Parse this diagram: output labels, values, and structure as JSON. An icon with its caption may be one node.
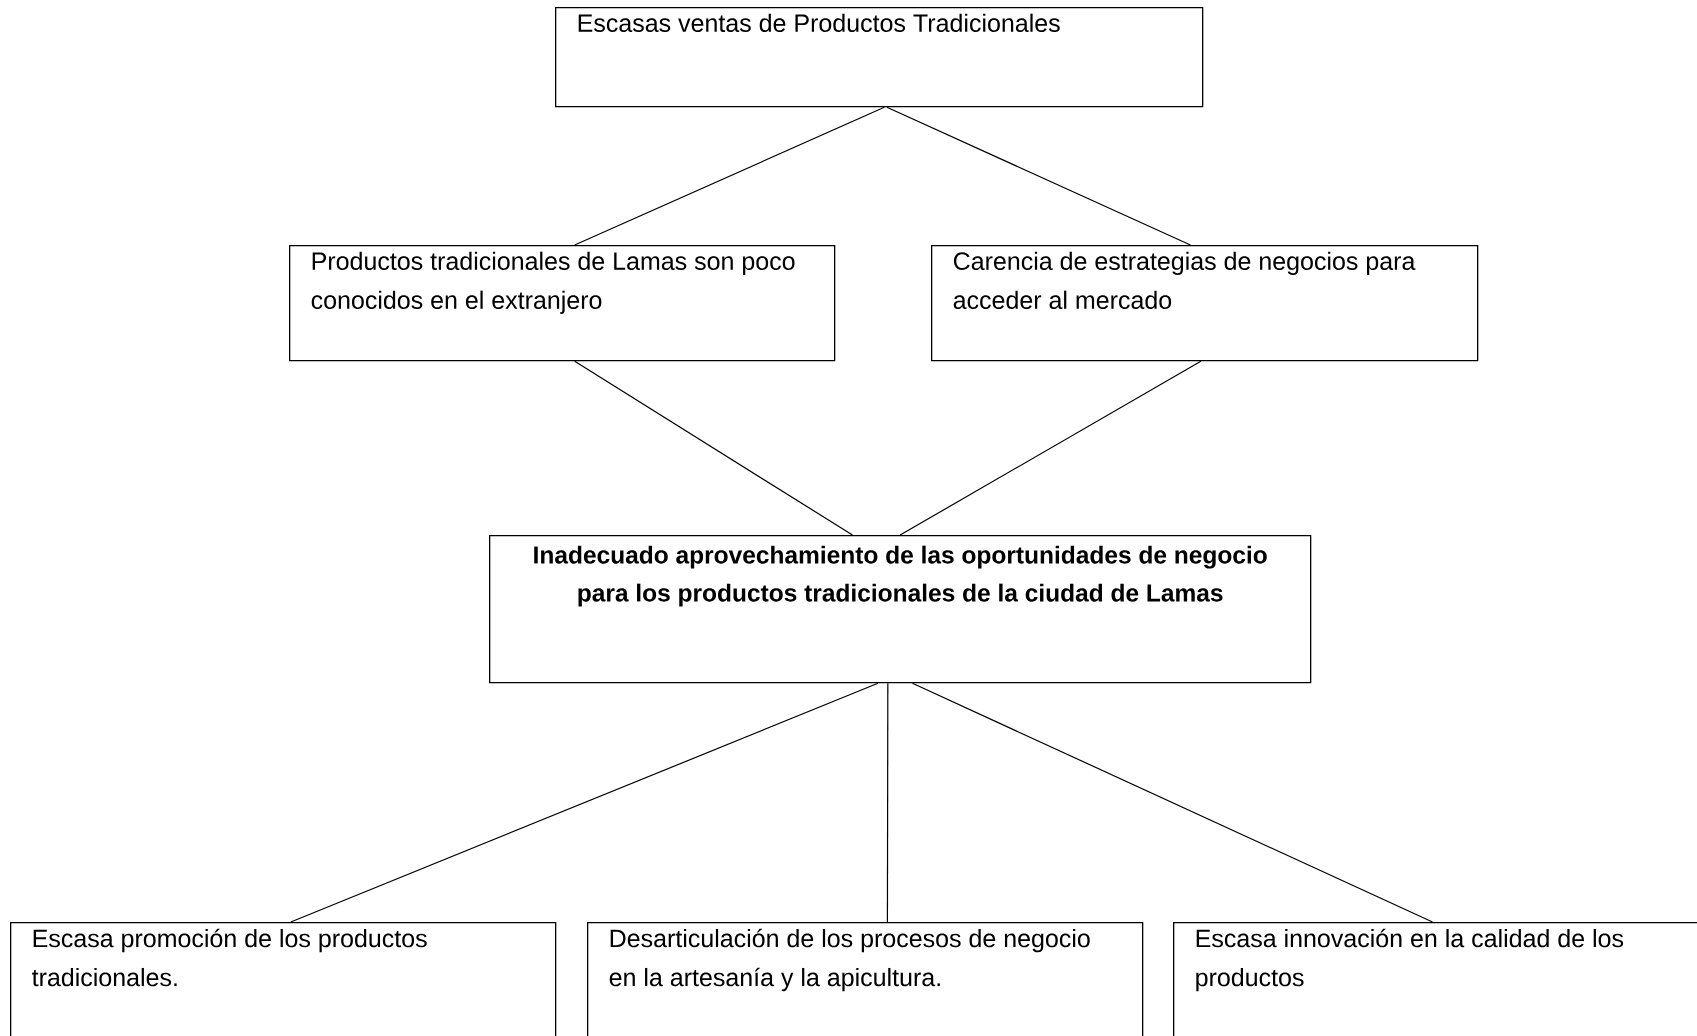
{
  "diagram": {
    "nodes": [
      {
        "text": [
          "Escasas ventas de Productos Tradicionales"
        ]
      },
      {
        "text": [
          "Productos tradicionales de Lamas son poco conocidos en el extranjero"
        ]
      },
      {
        "text": [
          "Carencia de estrategias de negocios para acceder al mercado"
        ]
      },
      {
        "text": [
          "Inadecuado aprovechamiento de las oportunidades de negocio para los productos tradicionales de la ciudad de Lamas"
        ]
      },
      {
        "text": [
          "Escasa promoción de los productos tradicionales."
        ]
      },
      {
        "text": [
          "Desarticulación de los procesos de negocio en la artesanía y la apicultura."
        ]
      },
      {
        "text": [
          "Escasa innovación en la calidad de los productos"
        ]
      }
    ],
    "edges": [
      {
        "from": 0,
        "to": 1,
        "arrow": "none"
      },
      {
        "from": 0,
        "to": 2,
        "arrow": "none"
      },
      {
        "from": 1,
        "to": 3,
        "arrow": "none"
      },
      {
        "from": 2,
        "to": 3,
        "arrow": "none"
      },
      {
        "from": 3,
        "to": 4,
        "arrow": "none"
      },
      {
        "from": 3,
        "to": 5,
        "arrow": "none"
      },
      {
        "from": 3,
        "to": 6,
        "arrow": "none"
      }
    ]
  }
}
